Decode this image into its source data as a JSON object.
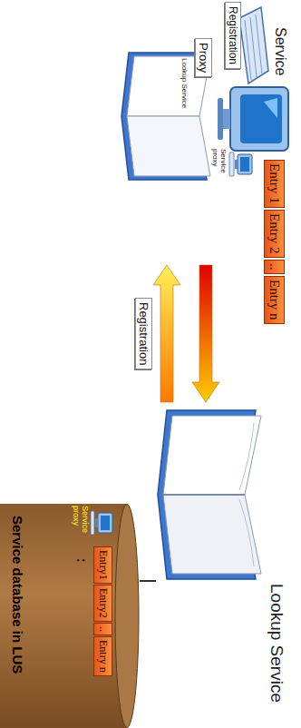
{
  "diagram": {
    "nodes": [
      {
        "text": [
          "Service"
        ]
      },
      {
        "text": [
          "Registration"
        ],
        "in": 0
      },
      {
        "text": [
          "Proxy"
        ],
        "in": 0
      },
      {
        "text": [
          "Entry 1"
        ],
        "in": 0
      },
      {
        "text": [
          "Entry 2"
        ],
        "in": 0
      },
      {
        "text": [
          ".."
        ],
        "in": 0
      },
      {
        "text": [
          "Entry n"
        ],
        "in": 0
      },
      {
        "text": [
          "Lookup Service"
        ]
      },
      {
        "text": [
          "Service database in LUS"
        ]
      },
      {
        "text": [
          "Entry1"
        ],
        "in": 8
      },
      {
        "text": [
          "Entry2"
        ],
        "in": 8
      },
      {
        "text": [
          ".."
        ],
        "in": 8
      },
      {
        "text": [
          "Entry n"
        ],
        "in": 8
      }
    ],
    "edges": [
      {
        "from": 0,
        "to": 7,
        "arrow": "to"
      },
      {
        "from": 7,
        "to": 0,
        "arrow": "to",
        "label": "Registration"
      },
      {
        "from": 7,
        "to": 8,
        "arrow": "none"
      }
    ],
    "labels": [
      "Lookup Service",
      "Service proxy",
      "Service proxy",
      ":"
    ]
  }
}
